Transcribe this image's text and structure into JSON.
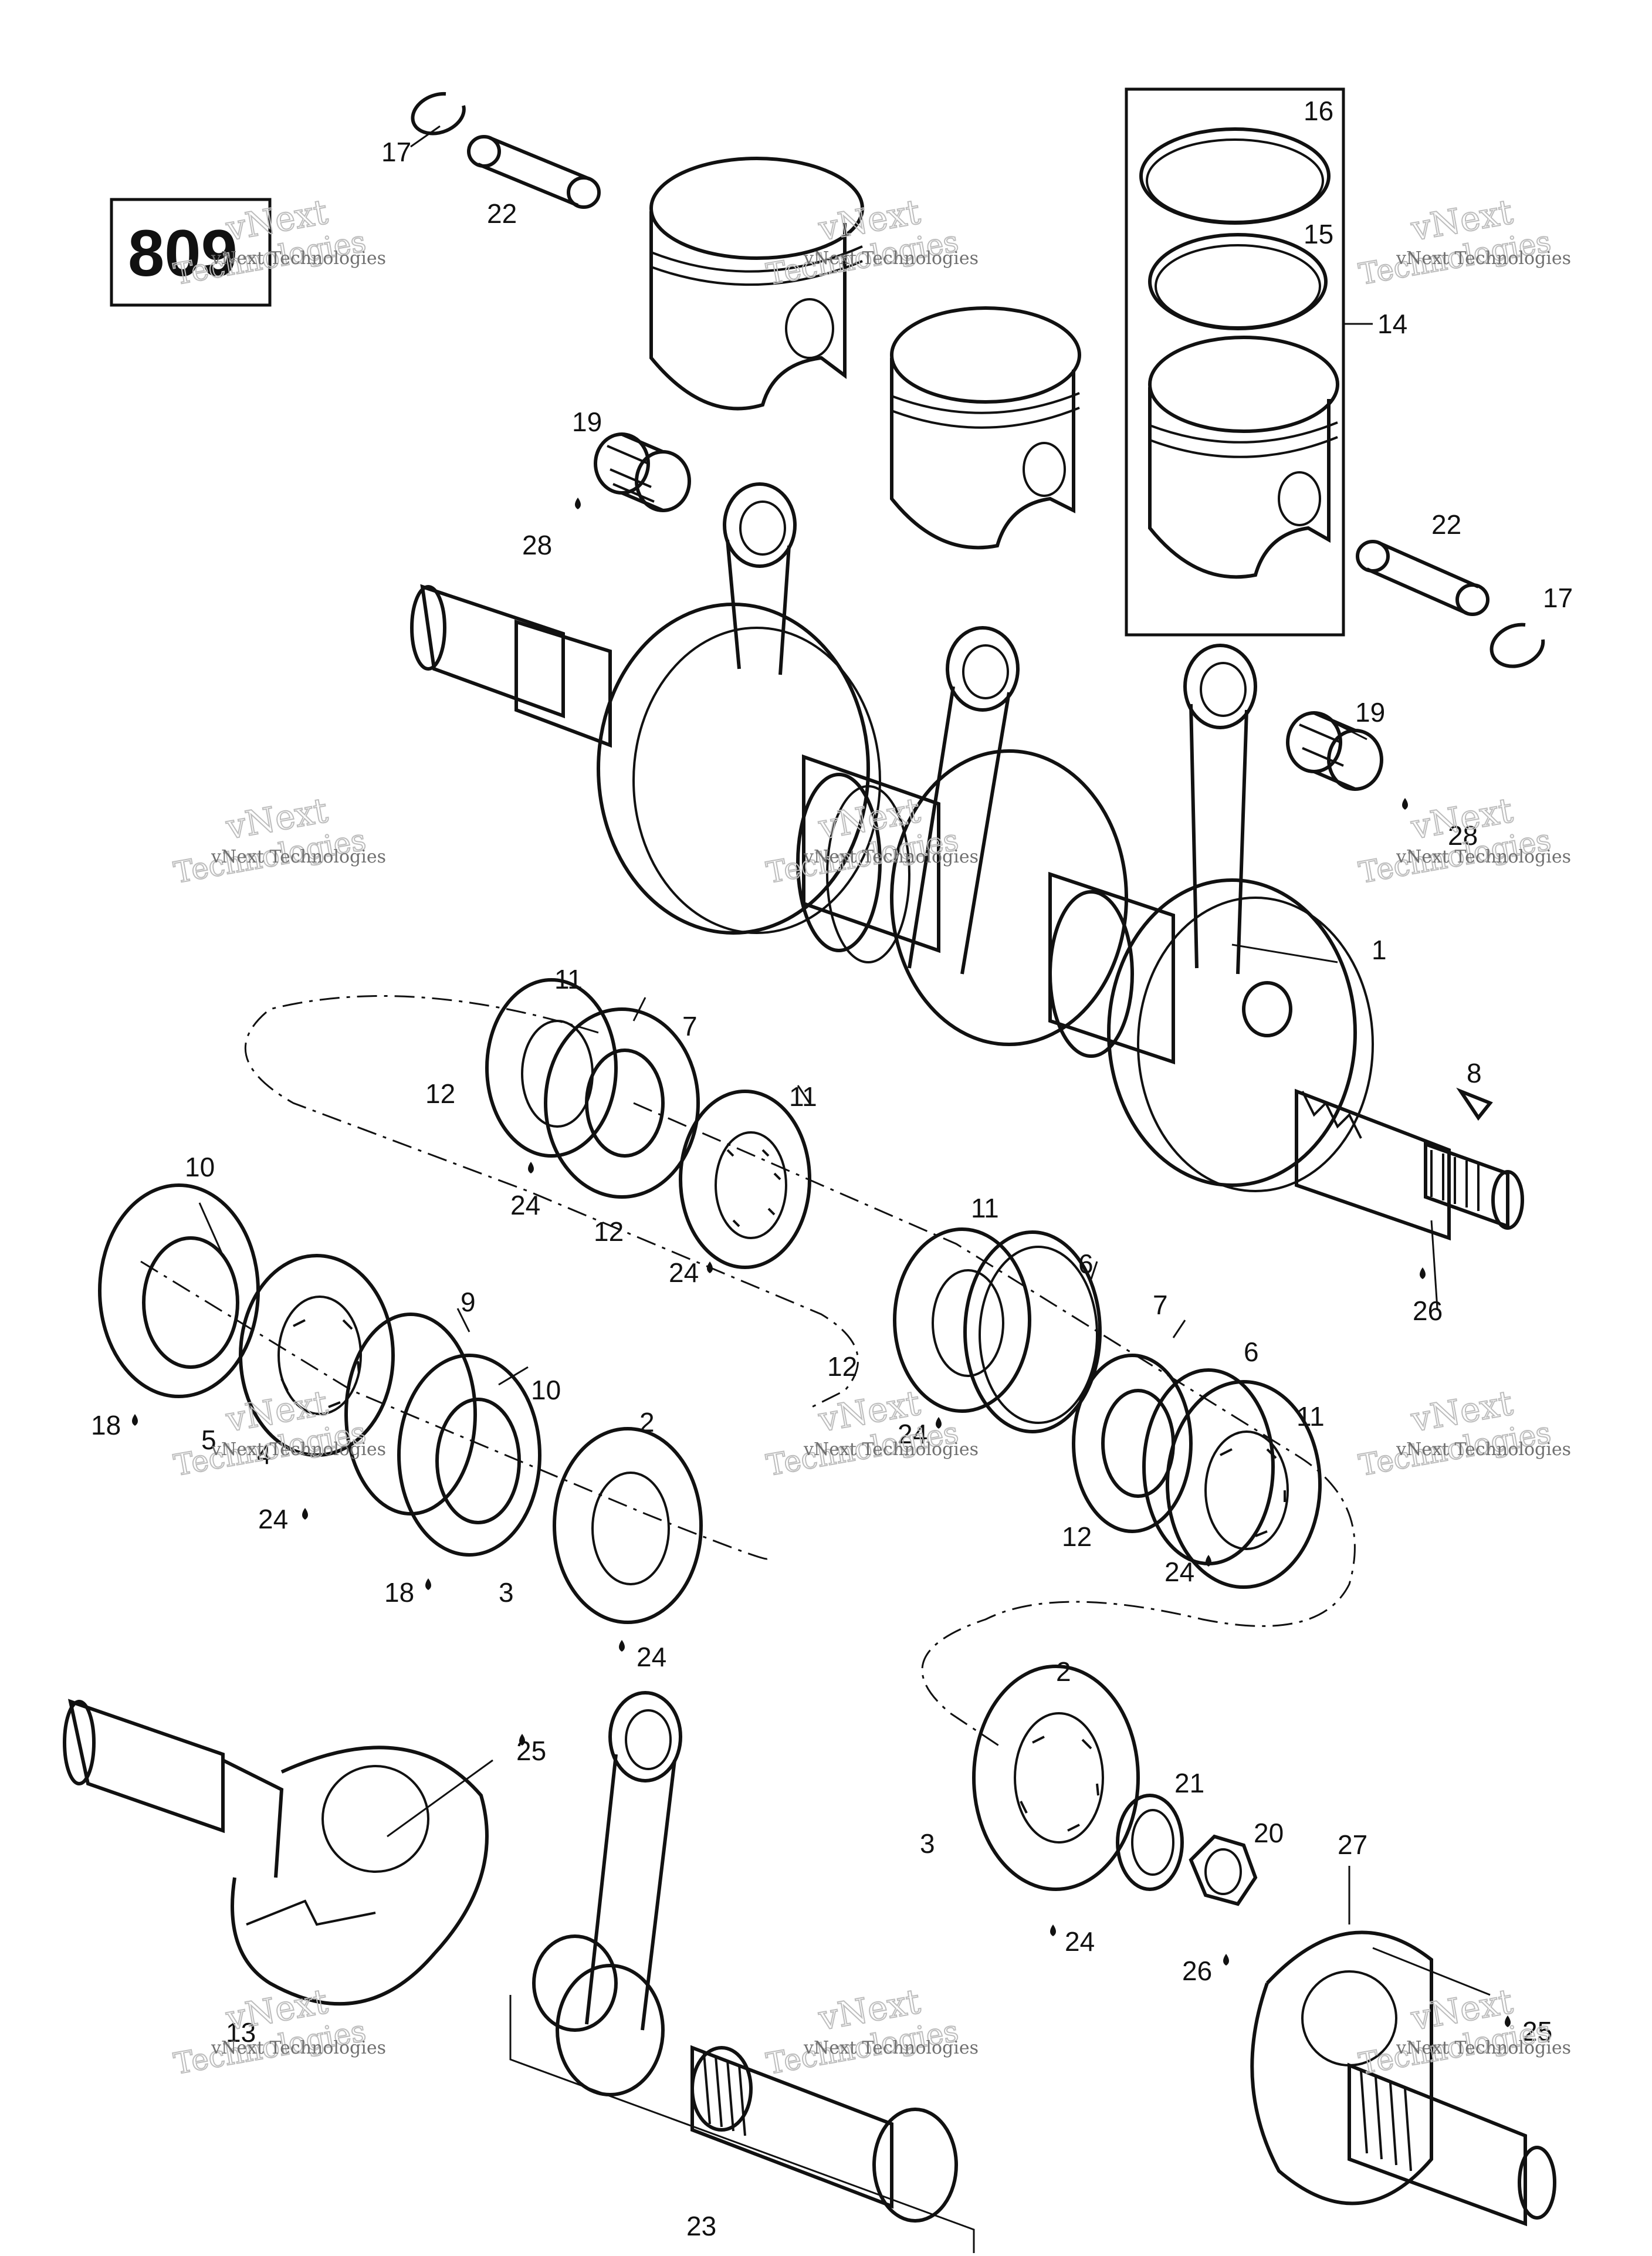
{
  "figure_number": "809",
  "watermark": {
    "line1": "vNext",
    "line2": "Technologies",
    "line3": "Technologies"
  },
  "callouts": [
    {
      "id": "c17a",
      "text": "17"
    },
    {
      "id": "c22a",
      "text": "22"
    },
    {
      "id": "c16",
      "text": "16"
    },
    {
      "id": "c15",
      "text": "15"
    },
    {
      "id": "c14",
      "text": "14"
    },
    {
      "id": "c19a",
      "text": "19"
    },
    {
      "id": "c28a",
      "text": "28"
    },
    {
      "id": "c22b",
      "text": "22"
    },
    {
      "id": "c17b",
      "text": "17"
    },
    {
      "id": "c19b",
      "text": "19"
    },
    {
      "id": "c28b",
      "text": "28"
    },
    {
      "id": "c1",
      "text": "1"
    },
    {
      "id": "c11a",
      "text": "11"
    },
    {
      "id": "c7a",
      "text": "7"
    },
    {
      "id": "c11b",
      "text": "11"
    },
    {
      "id": "c8",
      "text": "8"
    },
    {
      "id": "c12a",
      "text": "12"
    },
    {
      "id": "c24a",
      "text": "24"
    },
    {
      "id": "c12b",
      "text": "12"
    },
    {
      "id": "c24b",
      "text": "24"
    },
    {
      "id": "c10a",
      "text": "10"
    },
    {
      "id": "c11c",
      "text": "11"
    },
    {
      "id": "c6a",
      "text": "6"
    },
    {
      "id": "c26a",
      "text": "26"
    },
    {
      "id": "c9",
      "text": "9"
    },
    {
      "id": "c7b",
      "text": "7"
    },
    {
      "id": "c6b",
      "text": "6"
    },
    {
      "id": "c10b",
      "text": "10"
    },
    {
      "id": "c12c",
      "text": "12"
    },
    {
      "id": "c18a",
      "text": "18"
    },
    {
      "id": "c5",
      "text": "5"
    },
    {
      "id": "c4",
      "text": "4"
    },
    {
      "id": "c2a",
      "text": "2"
    },
    {
      "id": "c24c",
      "text": "24"
    },
    {
      "id": "c11d",
      "text": "11"
    },
    {
      "id": "c12d",
      "text": "12"
    },
    {
      "id": "c24d",
      "text": "24"
    },
    {
      "id": "c18b",
      "text": "18"
    },
    {
      "id": "c3a",
      "text": "3"
    },
    {
      "id": "c24e",
      "text": "24"
    },
    {
      "id": "c24f",
      "text": "24"
    },
    {
      "id": "c2b",
      "text": "2"
    },
    {
      "id": "c25a",
      "text": "25"
    },
    {
      "id": "c21",
      "text": "21"
    },
    {
      "id": "c20",
      "text": "20"
    },
    {
      "id": "c27",
      "text": "27"
    },
    {
      "id": "c3b",
      "text": "3"
    },
    {
      "id": "c24g",
      "text": "24"
    },
    {
      "id": "c26b",
      "text": "26"
    },
    {
      "id": "c13",
      "text": "13"
    },
    {
      "id": "c25b",
      "text": "25"
    },
    {
      "id": "c23",
      "text": "23"
    }
  ]
}
